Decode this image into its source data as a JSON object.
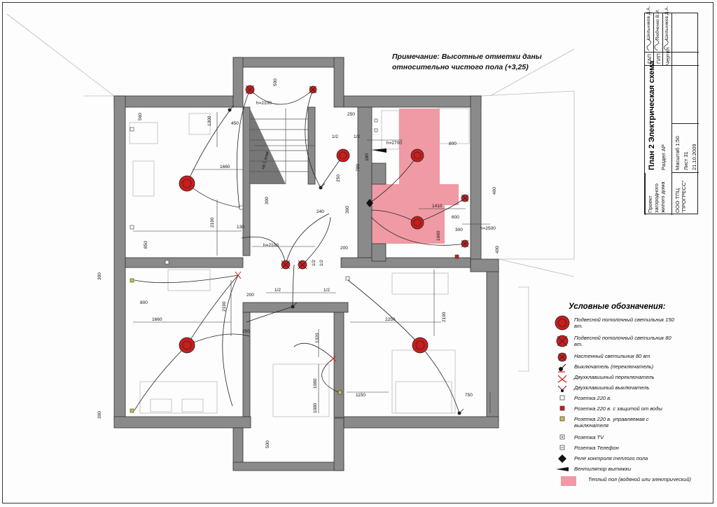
{
  "note": {
    "line1": "Примечание: Высотные отметки даны",
    "line2": "относительно чистого пола (+3,25)"
  },
  "plan": {
    "stair_label": "на 1 этаж",
    "heights": [
      "h=2100",
      "h=2700",
      "h=2500",
      "h=2100"
    ],
    "dims": [
      "500",
      "560",
      "1300",
      "450",
      "1660",
      "2190",
      "130",
      "850",
      "300",
      "250",
      "1/2",
      "1/2",
      "780",
      "180",
      "250",
      "240",
      "300",
      "800",
      "1410",
      "600",
      "300",
      "1660",
      "400",
      "400",
      "200",
      "1/2",
      "1/2",
      "200",
      "1/2",
      "300",
      "800",
      "1660",
      "2190",
      "250",
      "1320",
      "2250",
      "2190",
      "1080",
      "1080",
      "1150",
      "750",
      "300",
      "500",
      "1/2"
    ]
  },
  "legend": {
    "title": "Условные обозначения:",
    "items": [
      {
        "symbol": "pendant-150-icon",
        "text": "Подвесной потолочный светильник 150 вт."
      },
      {
        "symbol": "pendant-80-icon",
        "text": "Подвесной потолочный светильник 80 вт."
      },
      {
        "symbol": "wall-light-icon",
        "text": "Настенный светильник 80 вт"
      },
      {
        "symbol": "switch-icon",
        "text": "Выключатель (переключатель)"
      },
      {
        "symbol": "double-toggle-icon",
        "text": "Двухклавишный переключатель"
      },
      {
        "symbol": "double-switch-icon",
        "text": "Двухклавишный выключатель"
      },
      {
        "symbol": "socket-icon",
        "text": "Розетка 220 в."
      },
      {
        "symbol": "socket-water-icon",
        "text": "Розетка 220 в. с защитой от воды"
      },
      {
        "symbol": "socket-switched-icon",
        "text": "Розетка 220 в. управляемая с выключателя"
      },
      {
        "symbol": "tv-socket-icon",
        "text": "Розетка TV"
      },
      {
        "symbol": "phone-socket-icon",
        "text": "Розетка Телефон"
      },
      {
        "symbol": "floor-relay-icon",
        "text": "Реле контроля теплого пола"
      },
      {
        "symbol": "fan-icon",
        "text": "Вентилятор вытяжки"
      },
      {
        "symbol": "heated-floor-swatch",
        "text": "Теплый пол (водяной или электрический)"
      }
    ]
  },
  "title_block": {
    "project": "Проект загородного жилого дома",
    "title": "План 2 Электрическая схема",
    "section": "Раздел АР",
    "scale": "Масштаб 1:50",
    "sheet": "Лист 31",
    "company": "ООО ТПЦ \"ПРОГРЕСС\"",
    "date": "21.10.2009",
    "roles": [
      "ГАП",
      "ГИП",
      "Чертил"
    ],
    "names": [
      "Шильников Д.А.",
      "Любченко В.И.",
      "Шильников Д.А."
    ]
  },
  "colors": {
    "wall": "#8a8a8a",
    "heated_floor": "#ef9aa4",
    "fixture": "#c81e1e",
    "line": "#222222"
  }
}
